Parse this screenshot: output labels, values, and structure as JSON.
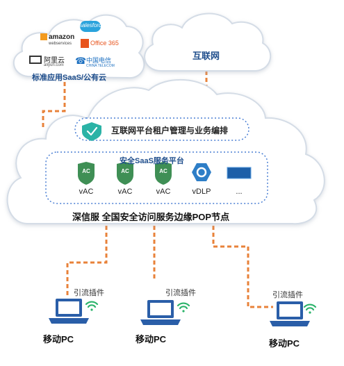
{
  "clouds": {
    "saas_label": "标准应用SaaS/公有云",
    "internet_label": "互联网"
  },
  "logos": {
    "salesforce": "salesforce",
    "amazon": "amazon",
    "amazon_sub": "webservices",
    "office365": "Office 365",
    "aliyun": "阿里云",
    "aliyun_sub": "aliyun.com",
    "telecom": "中国电信",
    "telecom_sub": "CHINA TELECOM"
  },
  "platform": {
    "tenant_bar": "互联网平台租户管理与业务编排",
    "saas_platform_title": "安全SaaS服务平台",
    "services": [
      {
        "badge": "AC",
        "label": "vAC"
      },
      {
        "badge": "AC",
        "label": "vAC"
      },
      {
        "badge": "AC",
        "label": "vAC"
      },
      {
        "badge": "",
        "label": "vDLP"
      },
      {
        "badge": "",
        "label": "..."
      }
    ],
    "pop_label": "深信服 全国安全访问服务边缘POP节点"
  },
  "endpoints": [
    {
      "plugin_label": "引流插件",
      "pc_label": "移动PC"
    },
    {
      "plugin_label": "引流插件",
      "pc_label": "移动PC"
    },
    {
      "plugin_label": "引流插件",
      "pc_label": "移动PC"
    }
  ],
  "colors": {
    "dash_orange": "#E8823A",
    "blue_text": "#1F4E8C",
    "dotted_border": "#4A7FD4",
    "shield_teal": "#2BB3A6",
    "ac_green": "#3F8F55",
    "cloud_stroke": "#D4DCE6"
  }
}
